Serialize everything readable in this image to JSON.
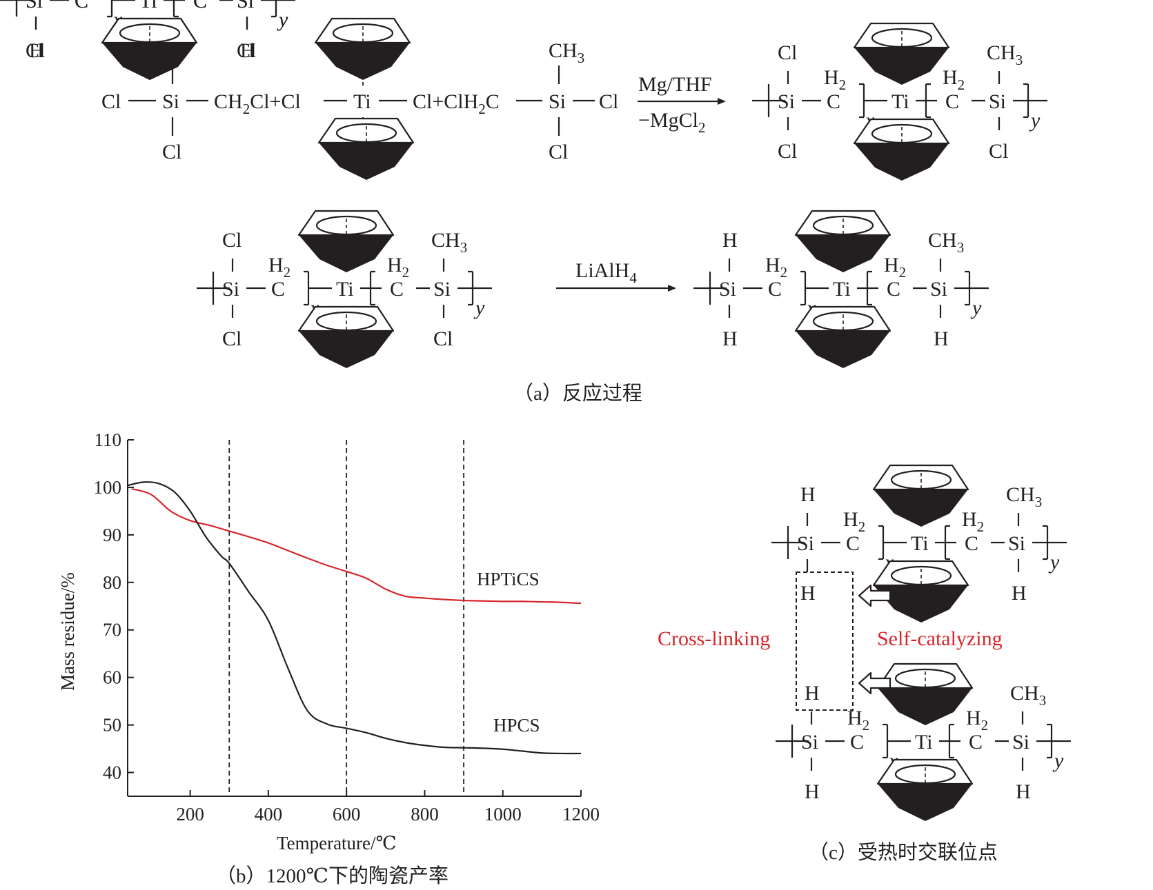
{
  "figure": {
    "caption_a": "（a）反应过程",
    "caption_b": "（b）1200℃下的陶瓷产率",
    "caption_c": "（c）受热时交联位点"
  },
  "scheme1": {
    "reagent_top": "Mg/THF",
    "reagent_bottom": "−MgCl",
    "reagent_bottom_sub": "2",
    "r1_cl_top": "Cl",
    "r1_cl_left": "Cl",
    "r1_si": "Si",
    "r1_cl_bottom": "Cl",
    "r1_tail": "CH",
    "r1_tail_sub": "2",
    "r1_tail2": "Cl+Cl",
    "ti": "Ti",
    "r2_head": "Cl+ClH",
    "r2_head_sub": "2",
    "r2_head2": "C",
    "r2_ch": "CH",
    "r2_ch_sub": "3",
    "r2_si": "Si",
    "r2_cl_right": "Cl",
    "r2_cl_bottom": "Cl"
  },
  "polymer": {
    "si": "Si",
    "c": "C",
    "h": "H",
    "h_sub": "2",
    "cl": "Cl",
    "ch": "CH",
    "ch_sub": "3",
    "ti": "Ti",
    "x": "x",
    "y": "y"
  },
  "scheme2": {
    "reagent": "LiAlH",
    "reagent_sub": "4"
  },
  "crosslink": {
    "cross_linking": "Cross-linking",
    "self_catalyzing": "Self-catalyzing",
    "highlight_color": "#d7262b"
  },
  "chart_data": {
    "type": "line",
    "xlabel": "Temperature/℃",
    "ylabel": "Mass residue/%",
    "xlim": [
      40,
      1200
    ],
    "ylim": [
      35,
      110
    ],
    "xticks": [
      200,
      400,
      600,
      800,
      1000,
      1200
    ],
    "yticks": [
      40,
      50,
      60,
      70,
      80,
      90,
      100,
      110
    ],
    "reference_lines_x": [
      300,
      600,
      900
    ],
    "series": [
      {
        "name": "HPTiCS",
        "color": "#d7262b",
        "x": [
          50,
          100,
          150,
          200,
          250,
          300,
          350,
          400,
          450,
          500,
          550,
          600,
          650,
          700,
          750,
          800,
          850,
          900,
          950,
          1000,
          1050,
          1100,
          1150,
          1200
        ],
        "y": [
          99.7,
          98.5,
          95,
          93,
          92,
          90.8,
          89.6,
          88.3,
          86.7,
          85.1,
          83.6,
          82.3,
          80.9,
          78.6,
          77.1,
          76.7,
          76.4,
          76.2,
          76.1,
          76,
          76,
          75.9,
          75.8,
          75.6
        ]
      },
      {
        "name": "HPCS",
        "color": "#231f20",
        "x": [
          40,
          80,
          120,
          160,
          200,
          240,
          280,
          300,
          350,
          400,
          450,
          500,
          550,
          600,
          650,
          700,
          750,
          800,
          850,
          900,
          950,
          1000,
          1050,
          1100,
          1150,
          1200
        ],
        "y": [
          100.4,
          101.1,
          100.8,
          99,
          95,
          89.6,
          85.5,
          84,
          78,
          72,
          62,
          53,
          50.2,
          49.3,
          48.4,
          47.2,
          46.3,
          45.7,
          45.3,
          45.2,
          45.1,
          44.9,
          44.5,
          44.1,
          44.0,
          44.0
        ]
      }
    ]
  }
}
